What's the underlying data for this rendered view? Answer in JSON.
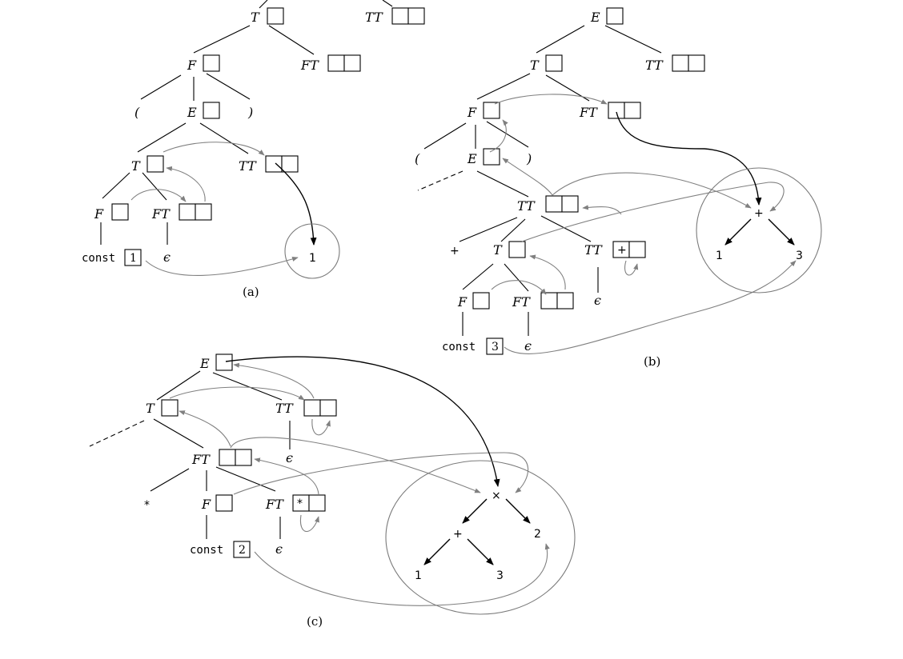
{
  "labels": {
    "E": "E",
    "T": "T",
    "TT": "TT",
    "F": "F",
    "FT": "FT",
    "lparen": "(",
    "rparen": ")",
    "plus": "+",
    "star": "*",
    "const": "const",
    "eps": "ϵ",
    "times": "×"
  },
  "panel_a": {
    "caption": "(a)",
    "const_value": "1",
    "ast_leaf": "1"
  },
  "panel_b": {
    "caption": "(b)",
    "const_value": "3",
    "tt_box": "+",
    "ast_root": "+",
    "ast_left": "1",
    "ast_right": "3"
  },
  "panel_c": {
    "caption": "(c)",
    "const_value": "2",
    "ft_box": "*",
    "ast_root": "×",
    "ast_mid": "+",
    "ast_left": "1",
    "ast_mid_right": "3",
    "ast_right": "2"
  },
  "colors": {
    "tree": "#000000",
    "attribute_flow": "#808080",
    "result_pointer": "#000000",
    "ast_outline": "#7a7a7a"
  }
}
